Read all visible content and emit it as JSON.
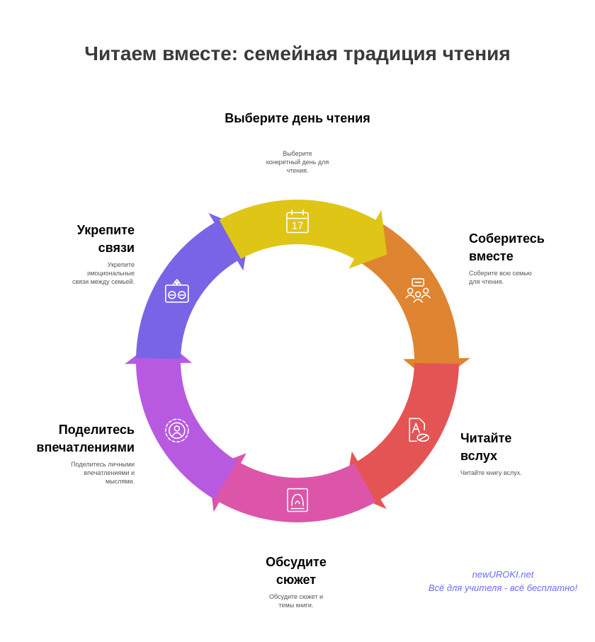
{
  "title": "Читаем вместе: семейная традиция чтения",
  "steps": [
    {
      "id": "choose-day",
      "title": "Выберите день чтения",
      "desc": "Выберите\nконкретный день для\nчтения.",
      "color": "#dfc616",
      "icon": "calendar-icon",
      "icon_text": "17"
    },
    {
      "id": "gather",
      "title": "Соберитесь\nвместе",
      "desc": "Соберите всю семью\nдля чтения.",
      "color": "#df8431",
      "icon": "family-gathering-icon"
    },
    {
      "id": "read-aloud",
      "title": "Читайте\nвслух",
      "desc": "Читайте книгу вслух.",
      "color": "#e45454",
      "icon": "document-reading-icon"
    },
    {
      "id": "discuss",
      "title": "Обсудите\nсюжет",
      "desc": "Обсудите сюжет и\nтемы книги.",
      "color": "#dc55a8",
      "icon": "book-discussion-icon"
    },
    {
      "id": "share",
      "title": "Поделитесь\nвпечатлениями",
      "desc": "Поделитесь личными\nвпечатлениями и\nмыслями.",
      "color": "#b85ae0",
      "icon": "person-target-icon"
    },
    {
      "id": "bond",
      "title": "Укрепите\nсвязи",
      "desc": "Укрепите\nэмоциональные\nсвязи между семьей.",
      "color": "#7a64e6",
      "icon": "family-bond-icon"
    }
  ],
  "watermark": {
    "line1": "newUROKI.net",
    "line2": "Всё для учителя - всё бесплатно!"
  }
}
